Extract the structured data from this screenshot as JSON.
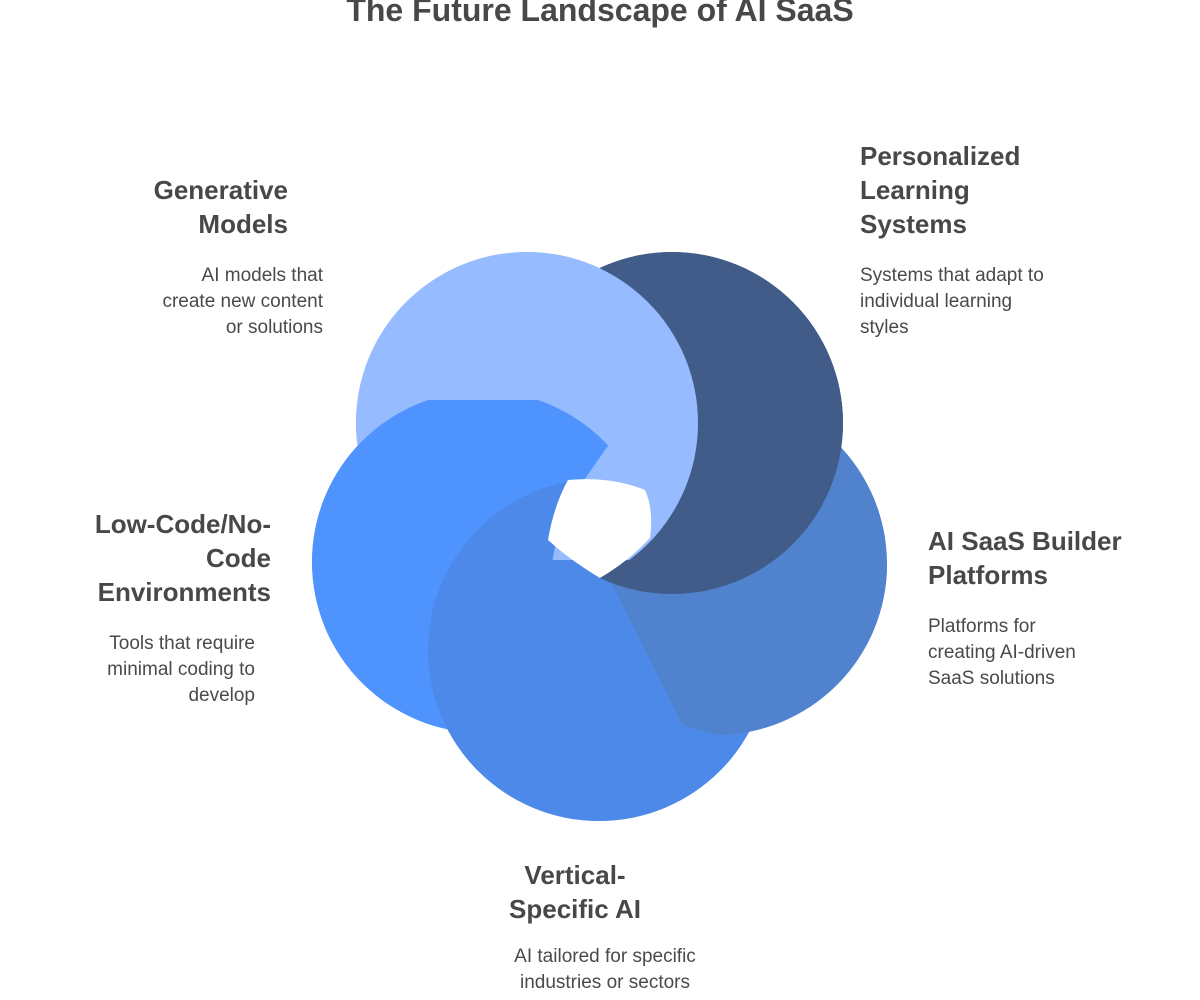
{
  "title": "The Future Landscape of AI SaaS",
  "colors": {
    "generative": "#96BBFF",
    "personalized": "#415C88",
    "builder": "#5082CE",
    "vertical": "#4D89E8",
    "lowcode": "#4F93FF",
    "text": "#484848"
  },
  "items": {
    "generative": {
      "title_line1": "Generative",
      "title_line2": "Models",
      "desc_line1": "AI models that",
      "desc_line2": "create new content",
      "desc_line3": "or solutions"
    },
    "personalized": {
      "title_line1": "Personalized",
      "title_line2": "Learning",
      "title_line3": "Systems",
      "desc_line1": "Systems that adapt to",
      "desc_line2": "individual learning",
      "desc_line3": "styles"
    },
    "builder": {
      "title_line1": "AI SaaS Builder",
      "title_line2": "Platforms",
      "desc_line1": "Platforms for",
      "desc_line2": "creating AI-driven",
      "desc_line3": "SaaS solutions"
    },
    "vertical": {
      "title_line1": "Vertical-",
      "title_line2": "Specific AI",
      "desc_line1": "AI tailored for specific",
      "desc_line2": "industries or sectors"
    },
    "lowcode": {
      "title_line1": "Low-Code/No-",
      "title_line2": "Code",
      "title_line3": "Environments",
      "desc_line1": "Tools that require",
      "desc_line2": "minimal coding to",
      "desc_line3": "develop"
    }
  }
}
